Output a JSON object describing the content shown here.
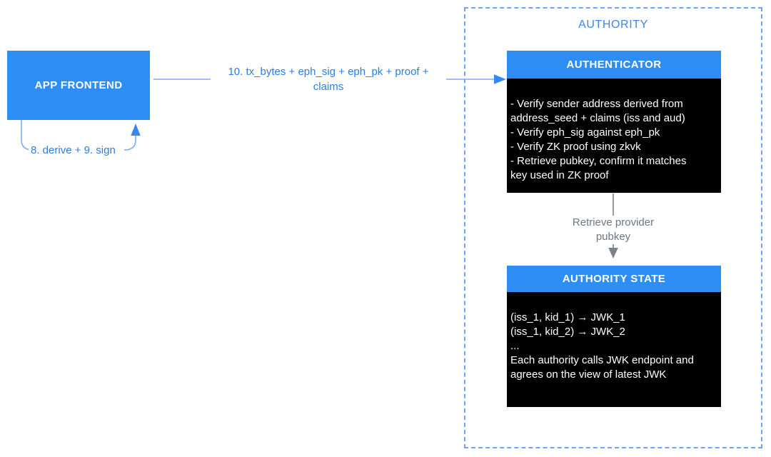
{
  "diagram": {
    "app_frontend": {
      "label": "APP FRONTEND"
    },
    "loop_arrow_label": "8. derive + 9. sign",
    "main_arrow_label": "10. tx_bytes + eph_sig + eph_pk + proof +\nclaims",
    "authority": {
      "title": "AUTHORITY",
      "authenticator": {
        "title": "AUTHENTICATOR",
        "body": "- Verify sender address derived from\naddress_seed + claims (iss and aud)\n- Verify eph_sig against eph_pk\n- Verify ZK proof using zkvk\n- Retrieve pubkey, confirm it matches\nkey used in ZK proof"
      },
      "retrieve_arrow_label": "Retrieve provider\npubkey",
      "authority_state": {
        "title": "AUTHORITY STATE",
        "body": "(iss_1, kid_1) → JWK_1\n(iss_1, kid_2) → JWK_2\n...\nEach authority calls JWK endpoint and\nagrees on the view of latest JWK"
      }
    },
    "colors": {
      "node_blue": "#2F8EF6",
      "label_blue": "#2B7DE9",
      "dashed_border_blue": "#6FA6F3",
      "line_blue": "#7FACF2",
      "arrowhead_blue": "#3787F0",
      "gray_line": "#7A828C",
      "gray_text": "#6E7883",
      "black_box": "#000000"
    }
  }
}
